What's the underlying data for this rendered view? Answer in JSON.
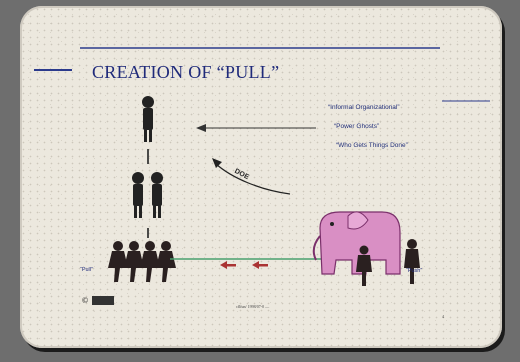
{
  "slide": {
    "title": "CREATION OF “PULL”",
    "labels": {
      "informal": "“Informal Organizational”",
      "power": "“Power Ghosts”",
      "who": "“Who Gets Things Done”"
    },
    "push_label": "“Pull”",
    "pull_label": "“Push”",
    "arrow_text": "DOE",
    "copyright": "©",
    "footer": "cflfun/ 1998/07-0 —",
    "page": "4"
  },
  "colors": {
    "title_text": "#1f2a7a",
    "rule_blue": "#2b3a8c",
    "rope_green": "#4aa06e",
    "elephant_pink": "#d98fc4"
  },
  "icons": [
    "person-figure-icon",
    "arrow-left-icon",
    "curved-arrow-icon",
    "elephant-icon",
    "tug-of-war-group-icon"
  ]
}
